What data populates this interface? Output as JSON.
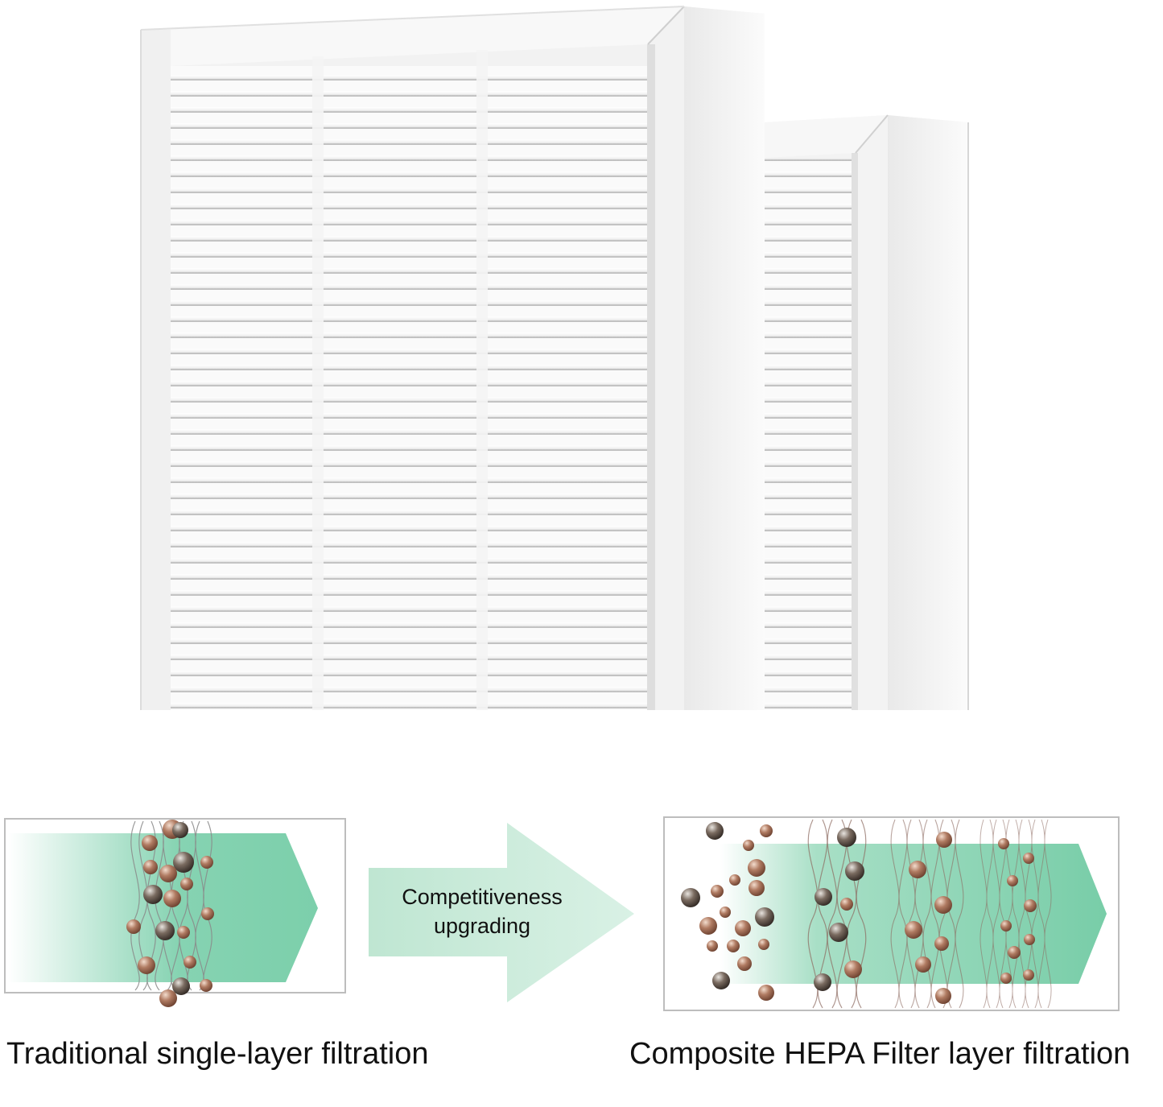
{
  "arrow": {
    "line1": "Competitiveness",
    "line2": "upgrading"
  },
  "captions": {
    "left": "Traditional single-layer filtration",
    "right": "Composite HEPA Filter layer filtration"
  },
  "colors": {
    "filter_frame": "#f2f2f2",
    "filter_media": "#f7f7f7",
    "pleat_shadow": "#c9c9c9",
    "arrow_green": "#7ed0ad",
    "arrow_light": "#d6efe2",
    "particle": "#9a6a55",
    "particle_dark": "#4e4540"
  }
}
